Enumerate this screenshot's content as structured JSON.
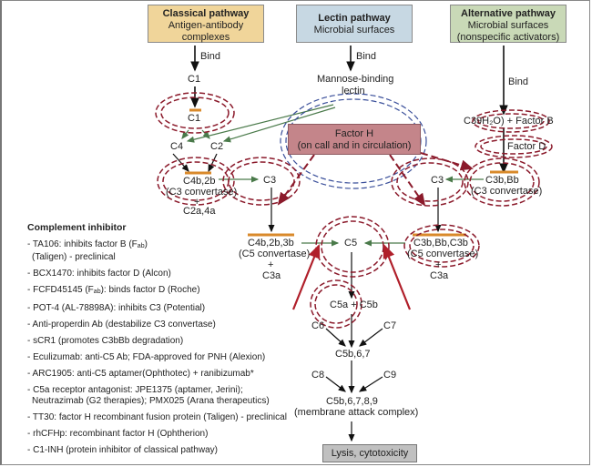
{
  "pathways": {
    "classical": {
      "title": "Classical pathway",
      "line1": "Antigen-antibody",
      "line2": "complexes",
      "color": "#f0d59a"
    },
    "lectin": {
      "title": "Lectin pathway",
      "line1": "Microbial surfaces",
      "color": "#c7d8e3"
    },
    "alternative": {
      "title": "Alternative pathway",
      "line1": "Microbial surfaces",
      "line2": "(nonspecific activators)",
      "color": "#c9d9b7"
    }
  },
  "labels": {
    "bind": "Bind",
    "c1_top": "C1",
    "c1_active": "C1",
    "mbl_line1": "Mannose-binding",
    "mbl_line2": "lectin",
    "c4": "C4",
    "c2": "C2",
    "c4b2b": "C4b,2b",
    "c3_convertase": "(C3 convertase)",
    "plus": "+",
    "c2a4a": "C2a,4a",
    "c3_classical": "C3",
    "c3_alt": "C3",
    "c39h2o": "C39H₂O) + Factor B",
    "factor_d": "Factor D",
    "c3bbb": "C3b,Bb",
    "c4b2b3b": "C4b,2b,3b",
    "c5_convertase": "(C5 convertase)",
    "c3a": "C3a",
    "c3bbbc3b": "C3b,Bb,C3b",
    "c5": "C5",
    "c5a_c5b": "C5a + C5b",
    "c6": "C6",
    "c7": "C7",
    "c5b67": "C5b,6,7",
    "c8": "C8",
    "c9": "C9",
    "c5b6789": "C5b,6,7,8,9",
    "mac": "(membrane attack complex)",
    "lysis": "Lysis, cytotoxicity"
  },
  "factor_h": {
    "line1": "Factor H",
    "line2": "(on call and in circulation)",
    "color": "#c4858a"
  },
  "colors": {
    "inhibition_ring": "#8b1a2b",
    "factor_h_ring": "#3a4f9a",
    "lectin_arrow": "#4a7a4a",
    "convertase_bar": "#d98a2b",
    "red_arrow": "#b01f2a"
  },
  "inhibitors": {
    "title": "Complement inhibitor",
    "items": [
      {
        "text": "- TA106: inhibits factor B (F",
        "sub": "ab",
        "after": ")",
        "line2": "(Taligen) - preclinical"
      },
      {
        "text": "- BCX1470: inhibits factor D (Alcon)"
      },
      {
        "text": "- FCFD45145 (F",
        "sub": "ab",
        "after": "): binds factor D (Roche)"
      },
      {
        "text": "- POT-4 (AL-78898A): inhibits C3 (Potential)"
      },
      {
        "text": "- Anti-properdin Ab (destabilize C3 convertase)"
      },
      {
        "text": "- sCR1 (promotes C3bBb degradation)"
      },
      {
        "text": "- Eculizumab: anti-C5 Ab; FDA-approved for PNH (Alexion)"
      },
      {
        "text": "- ARC1905: anti-C5 aptamer(Ophthotec) + ranibizumab*"
      },
      {
        "text": "- C5a receptor antagonist: JPE1375 (aptamer, Jerini);",
        "line2": "Neutrazimab (G2 therapies); PMX025 (Arana therapeutics)"
      },
      {
        "text": "- TT30: factor H recombinant fusion protein (Taligen) - preclinical"
      },
      {
        "text": "- rhCFHp: recombinant factor H (Ophtherion)"
      },
      {
        "text": "- C1-INH (protein inhibitor of classical pathway)"
      }
    ]
  }
}
